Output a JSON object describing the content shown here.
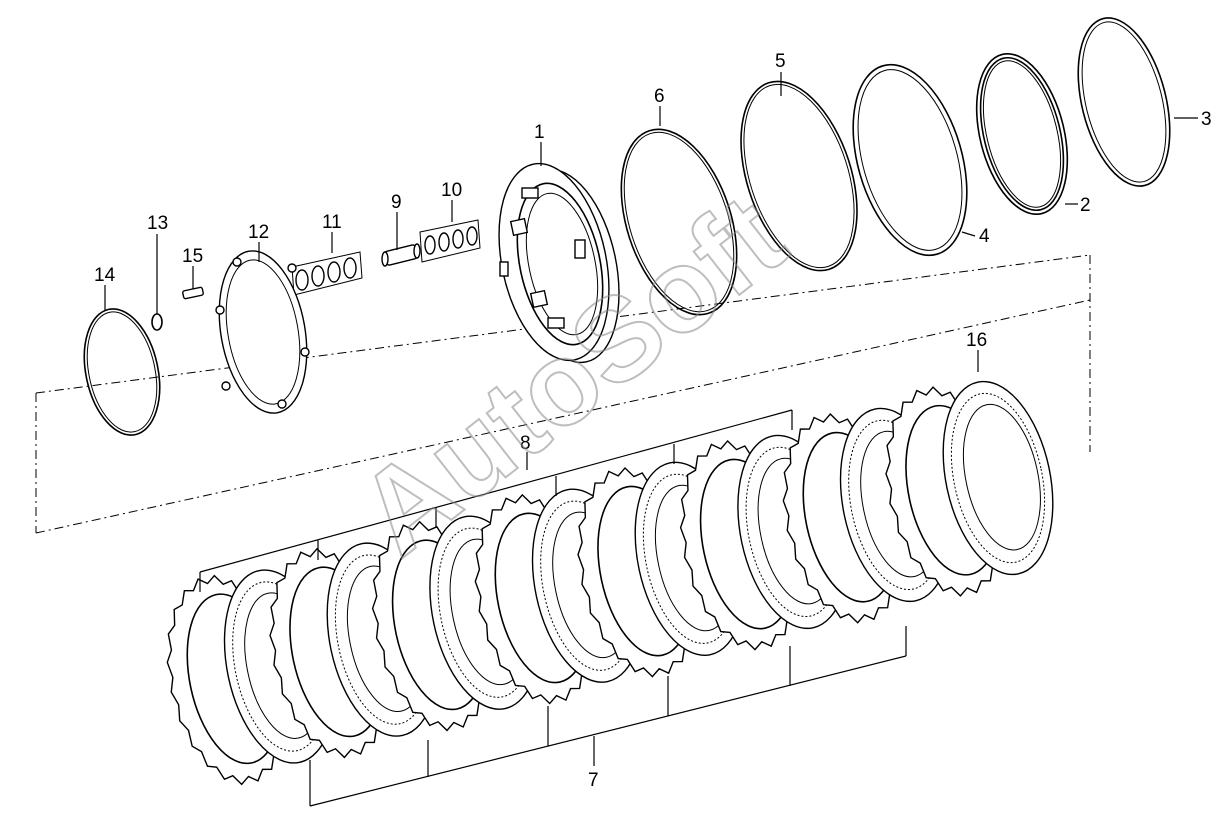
{
  "callouts": {
    "c1": "1",
    "c2": "2",
    "c3": "3",
    "c4": "4",
    "c5": "5",
    "c6": "6",
    "c7": "7",
    "c8": "8",
    "c9": "9",
    "c10": "10",
    "c11": "11",
    "c12": "12",
    "c13": "13",
    "c14": "14",
    "c15": "15",
    "c16": "16"
  },
  "watermark": "AutoSoft",
  "colors": {
    "line": "#000000",
    "background": "#ffffff",
    "watermark": "#8a8a8a"
  },
  "clutch_pack": {
    "steel_plates": 8,
    "friction_plates": 8
  }
}
